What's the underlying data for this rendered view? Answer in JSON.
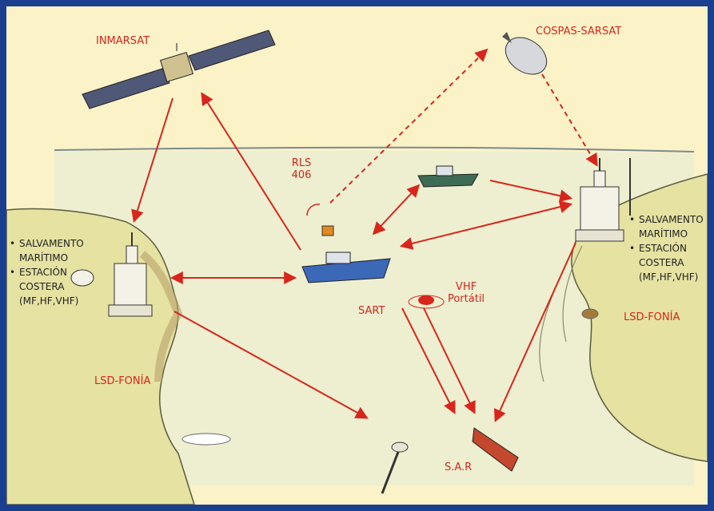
{
  "labels": {
    "inmarsat": "INMARSAT",
    "cospas": "COSPAS-SARSAT",
    "rls": "RLS",
    "rls_num": "406",
    "vhf": "VHF",
    "vhf_portatil": "Portátil",
    "sart": "SART",
    "sar": "S.A.R",
    "lsd_left": "LSD-FONÍA",
    "lsd_right": "LSD-FONÍA"
  },
  "left_station": {
    "items": [
      "SALVAMENTO MARÍTIMO",
      "ESTACIÓN COSTERA"
    ],
    "bands": "(MF,HF,VHF)"
  },
  "right_station": {
    "items": [
      "SALVAMENTO MARÍTIMO",
      "ESTACIÓN COSTERA"
    ],
    "bands": "(MF,HF,VHF)"
  },
  "colors": {
    "frame": "#1b3f8f",
    "paper": "#fbf2c8",
    "arrow": "#d8261c",
    "land": "#e7e3a0",
    "sea": "#dcecef"
  }
}
